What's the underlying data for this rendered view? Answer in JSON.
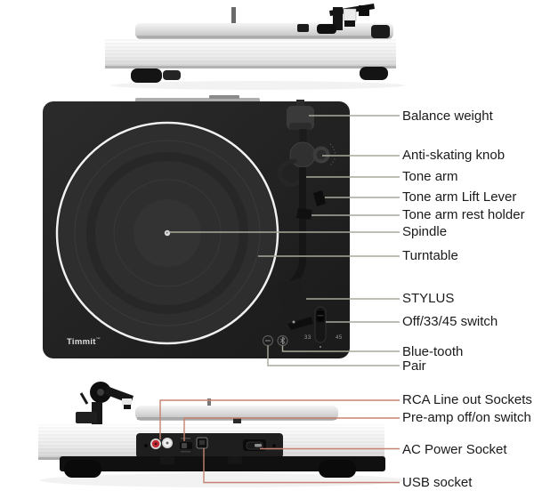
{
  "figure": {
    "brand": "Timmit",
    "trademark": "™",
    "description": "Turntable parts diagram with side view, top view and rear view"
  },
  "controls": {
    "speed_33": "33",
    "speed_45": "45"
  },
  "labels": [
    {
      "id": "balance-weight",
      "text": "Balance weight"
    },
    {
      "id": "anti-skating-knob",
      "text": "Anti-skating knob"
    },
    {
      "id": "tone-arm",
      "text": "Tone arm"
    },
    {
      "id": "tone-arm-lift-lever",
      "text": "Tone arm Lift Lever"
    },
    {
      "id": "tone-arm-rest-holder",
      "text": "Tone arm rest holder"
    },
    {
      "id": "spindle",
      "text": "Spindle"
    },
    {
      "id": "turntable",
      "text": "Turntable"
    },
    {
      "id": "stylus",
      "text": "STYLUS"
    },
    {
      "id": "off-33-45-switch",
      "text": "Off/33/45 switch"
    },
    {
      "id": "blue-tooth",
      "text": "Blue-tooth"
    },
    {
      "id": "pair",
      "text": "Pair"
    },
    {
      "id": "rca-line-out-sockets",
      "text": "RCA Line out Sockets"
    },
    {
      "id": "pre-amp-off-on-switch",
      "text": "Pre-amp off/on switch"
    },
    {
      "id": "ac-power-socket",
      "text": "AC Power Socket"
    },
    {
      "id": "usb-socket",
      "text": "USB socket"
    }
  ],
  "colors": {
    "leader_line_top": "#a9a99b",
    "leader_line_bottom": "#c58270",
    "body_black": "#222222",
    "platter_ring_white": "#f0f0f0",
    "rca_red": "#c22b35",
    "label_text": "#1a1a1a"
  }
}
